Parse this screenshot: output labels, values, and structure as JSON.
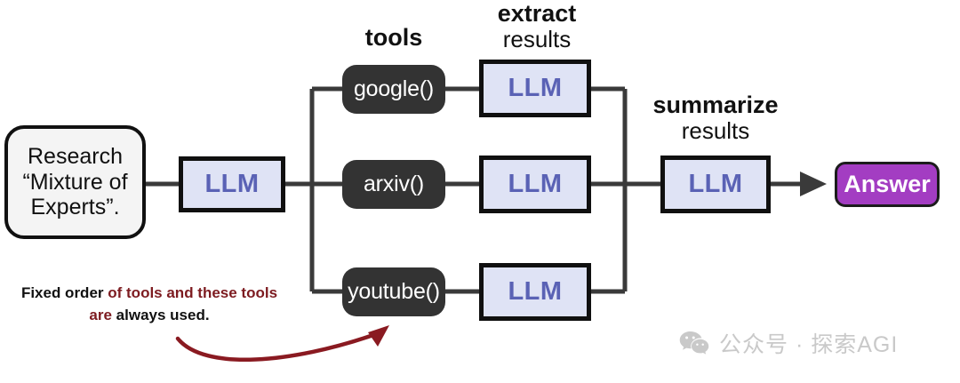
{
  "diagram": {
    "title": "Fixed-order tool-use LLM pipeline",
    "colors": {
      "background": "#ffffff",
      "prompt_fill": "#f4f4f4",
      "prompt_border": "#111111",
      "tool_fill": "#333333",
      "tool_text": "#ffffff",
      "llm_fill": "#dfe3f5",
      "llm_border": "#101010",
      "llm_text": "#5a62b5",
      "answer_fill": "#a33dc2",
      "answer_text": "#ffffff",
      "wire": "#3a3a3a",
      "annotation_red": "#7d1b20",
      "annotation_black": "#111111",
      "watermark": "#c9c9c9"
    }
  },
  "prompt": {
    "line1": "Research",
    "line2": "“Mixture of",
    "line3": "Experts”."
  },
  "headings": {
    "tools": {
      "strong": "tools",
      "light": ""
    },
    "extract": {
      "strong": "extract",
      "light": "results"
    },
    "summarize": {
      "strong": "summarize",
      "light": "results"
    }
  },
  "router_llm": {
    "label": "LLM"
  },
  "tools": [
    {
      "name": "google",
      "label": "google()"
    },
    {
      "name": "arxiv",
      "label": "arxiv()"
    },
    {
      "name": "youtube",
      "label": "youtube()"
    }
  ],
  "extract_llms": [
    {
      "label": "LLM"
    },
    {
      "label": "LLM"
    },
    {
      "label": "LLM"
    }
  ],
  "summarize_llm": {
    "label": "LLM"
  },
  "answer": {
    "label": "Answer"
  },
  "annotation": {
    "bold1": "Fixed order",
    "mid": " of tools and these tools are ",
    "bold2": "always used",
    "tail": ".",
    "full_text": "Fixed order of tools and these tools are always used."
  },
  "watermark": {
    "icon": "wechat-icon",
    "text": "公众号 · 探索AGI"
  }
}
